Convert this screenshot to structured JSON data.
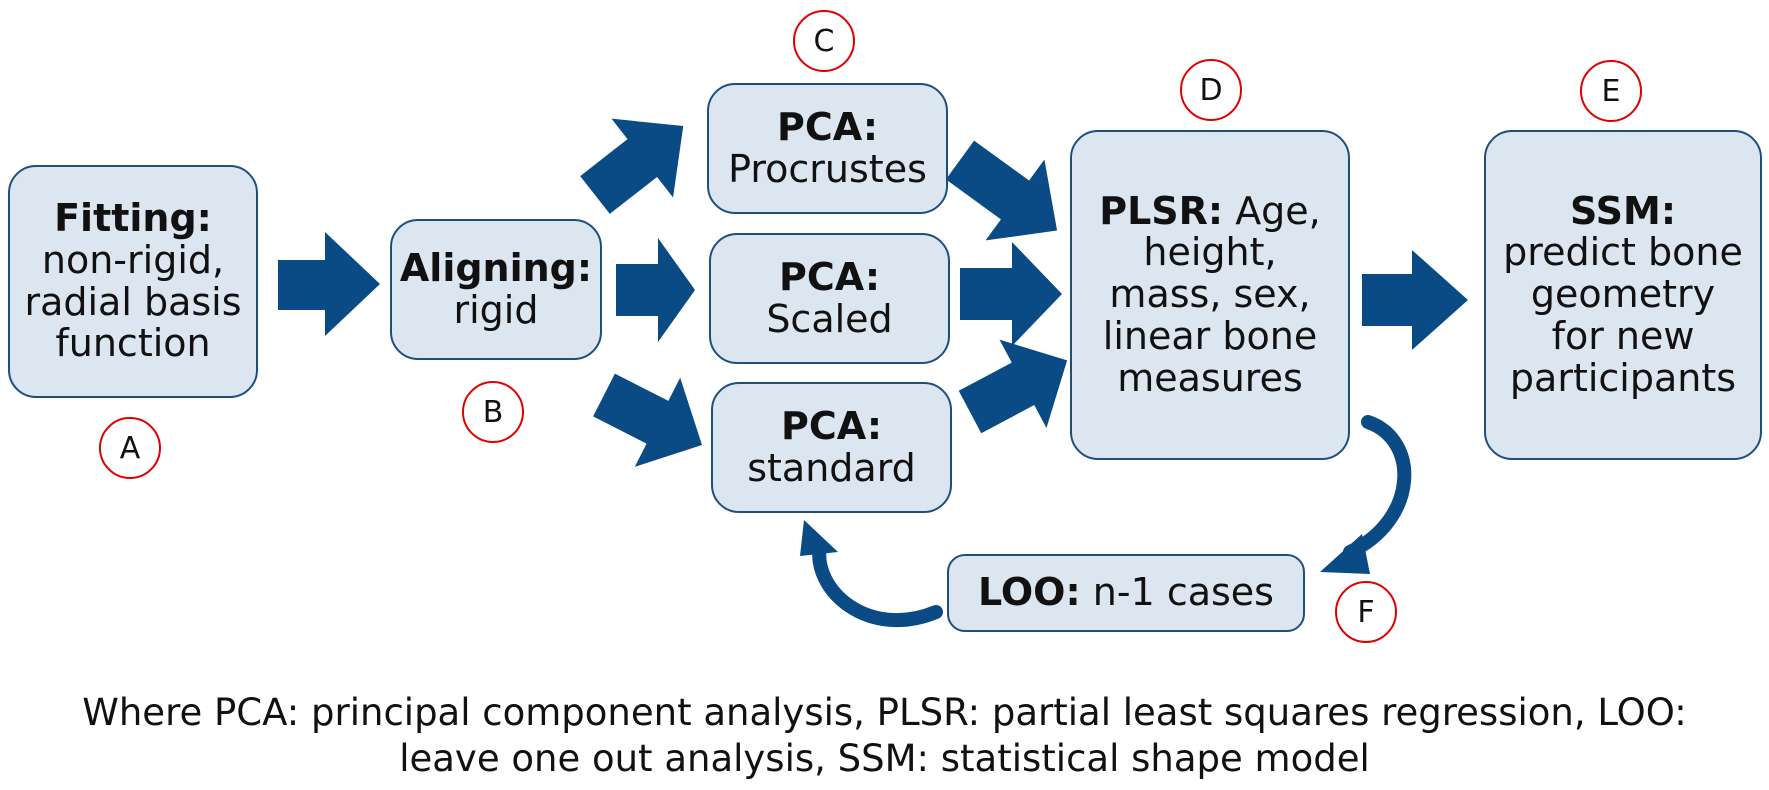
{
  "colors": {
    "box_fill": "#dce6f0",
    "box_border": "#1f4f7d",
    "arrow": "#0a4a85",
    "marker_ring": "#e00000"
  },
  "boxes": {
    "fitting": {
      "title": "Fitting:",
      "lines": [
        "non-rigid,",
        "radial basis",
        "function"
      ]
    },
    "aligning": {
      "title": "Aligning:",
      "lines": [
        "rigid"
      ]
    },
    "pca_procrustes": {
      "title": "PCA:",
      "lines": [
        "Procrustes"
      ]
    },
    "pca_scaled": {
      "title": "PCA:",
      "lines": [
        "Scaled"
      ]
    },
    "pca_standard": {
      "title": "PCA:",
      "lines": [
        "standard"
      ]
    },
    "plsr": {
      "title": "PLSR:",
      "first_line_rest": " Age,",
      "lines": [
        "height,",
        "mass, sex,",
        "linear bone",
        "measures"
      ]
    },
    "ssm": {
      "title": "SSM:",
      "lines": [
        "predict bone",
        "geometry",
        "for new",
        "participants"
      ]
    },
    "loo": {
      "title": "LOO:",
      "rest": " n-1 cases"
    }
  },
  "markers": {
    "a": "A",
    "b": "B",
    "c": "C",
    "d": "D",
    "e": "E",
    "f": "F"
  },
  "legend": {
    "line1": "Where PCA: principal component analysis, PLSR: partial least squares regression, LOO:",
    "line2": "leave one out analysis, SSM: statistical shape model"
  }
}
